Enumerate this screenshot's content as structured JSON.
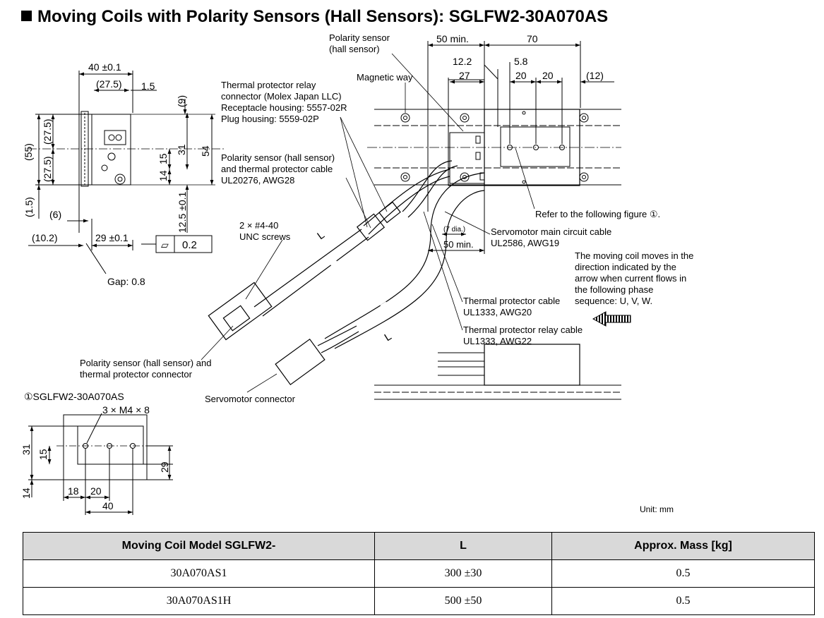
{
  "title": "Moving Coils with Polarity Sensors (Hall Sensors): SGLFW2-30A070AS",
  "unit": "Unit: mm",
  "left_view": {
    "dims": [
      "40 ±0.1",
      "(27.5)",
      "1.5",
      "(9)",
      "(27.5)",
      "(27.5)",
      "(55)",
      "15",
      "14",
      "31",
      "54",
      "(1.5)",
      "12.5 ±0.1",
      "(6)",
      "(10.2)",
      "29 ±0.1",
      "0.2"
    ],
    "flatness_symbol": "⏥",
    "gap": "Gap: 0.8"
  },
  "labels": {
    "polarity_sensor": [
      "Polarity sensor",
      "(hall sensor)"
    ],
    "magnetic_way": "Magnetic way",
    "relay_connector": [
      "Thermal protector relay",
      "connector (Molex Japan LLC)",
      "Receptacle housing: 5557-02R",
      "Plug housing: 5559-02P"
    ],
    "sensor_cable": [
      "Polarity sensor (hall sensor)",
      "and thermal protector cable",
      "UL20276, AWG28"
    ],
    "screws": [
      "2 × #4-40",
      "UNC screws"
    ],
    "refer": "Refer to the following figure ①.",
    "main_cable": [
      "Servomotor main circuit cable",
      "UL2586, AWG19"
    ],
    "moves": [
      "The moving coil moves in the",
      "direction indicated by the",
      "arrow when current flows in",
      "the following phase",
      "sequence: U, V, W."
    ],
    "thermal_cable": [
      "Thermal protector cable",
      "UL1333, AWG20"
    ],
    "relay_cable": [
      "Thermal protector relay cable",
      "UL1333, AWG22"
    ],
    "polarity_connector": [
      "Polarity sensor (hall sensor) and",
      "thermal protector connector"
    ],
    "servo_connector": "Servomotor connector",
    "length": "L",
    "dia": "(7 dia.)"
  },
  "top_dims": [
    "50 min.",
    "70",
    "12.2",
    "5.8",
    "27",
    "20",
    "20",
    "(12)",
    "50 min."
  ],
  "detail": {
    "title": "①SGLFW2-30A070AS",
    "screw": "3 × M4 × 8",
    "dims": [
      "31",
      "15",
      "29",
      "14",
      "18",
      "20",
      "40"
    ]
  },
  "table": {
    "headers": [
      "Moving Coil Model SGLFW2-",
      "L",
      "Approx. Mass [kg]"
    ],
    "rows": [
      [
        "30A070AS1",
        "300 ±30",
        "0.5"
      ],
      [
        "30A070AS1H",
        "500 ±50",
        "0.5"
      ]
    ]
  }
}
